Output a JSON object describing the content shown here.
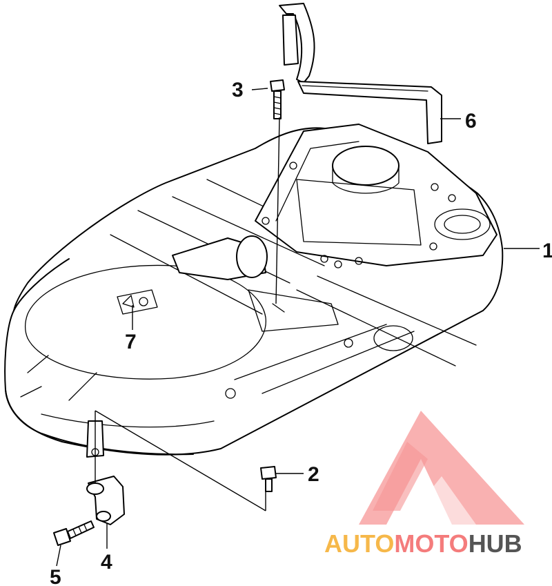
{
  "callouts": {
    "c1": "1",
    "c2": "2",
    "c3": "3",
    "c4": "4",
    "c5": "5",
    "c6": "6",
    "c7": "7"
  },
  "watermark": {
    "part1": "AUTO",
    "part2": "MOTO",
    "part3": "HUB",
    "color_orange": "#f6b84a",
    "color_pink": "#f47c7c",
    "color_gray": "#555555"
  }
}
